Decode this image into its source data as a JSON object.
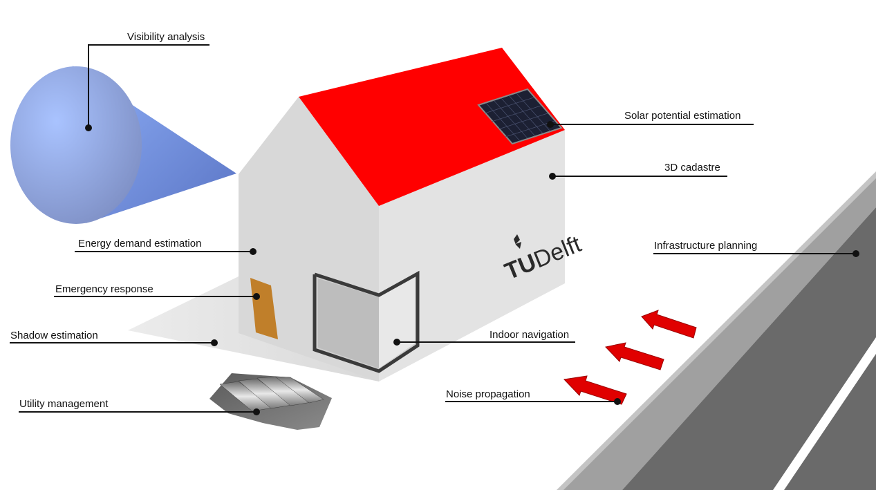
{
  "labels": {
    "visibility": "Visibility analysis",
    "solar": "Solar potential estimation",
    "cadastre": "3D cadastre",
    "energy": "Energy demand estimation",
    "infrastructure": "Infrastructure planning",
    "emergency": "Emergency response",
    "shadow": "Shadow estimation",
    "indoor": "Indoor navigation",
    "noise": "Noise propagation",
    "utility": "Utility management"
  },
  "logo": {
    "text_bold": "TU",
    "text_regular": "Delft"
  },
  "colors": {
    "roof": "#ff0000",
    "wall_front": "#d9d9d9",
    "wall_side": "#e4e4e4",
    "door": "#c07f2a",
    "cone": "#8fb0f4",
    "arrow": "#e00000",
    "road": "#6a6a6a",
    "curb": "#a0a0a0"
  }
}
